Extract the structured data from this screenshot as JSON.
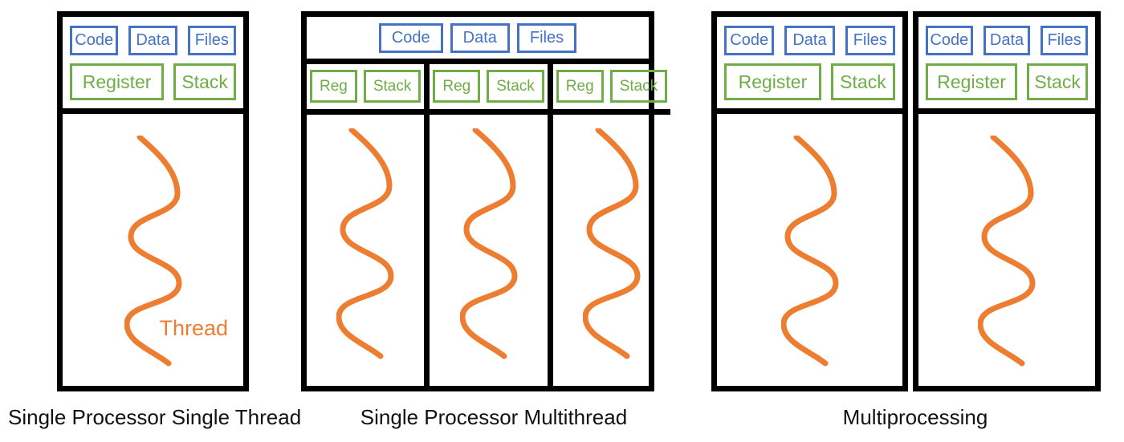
{
  "colors": {
    "blue": "#4472C4",
    "green": "#70AD47",
    "orange": "#ED7D31",
    "black": "#000000",
    "text": "#111111"
  },
  "single_thread": {
    "caption": "Single Processor Single Thread",
    "segments": {
      "code": "Code",
      "data": "Data",
      "files": "Files"
    },
    "register": "Register",
    "stack": "Stack",
    "thread_label": "Thread"
  },
  "multithread": {
    "caption": "Single Processor Multithread",
    "segments": {
      "code": "Code",
      "data": "Data",
      "files": "Files"
    },
    "columns": [
      {
        "reg": "Reg",
        "stack": "Stack"
      },
      {
        "reg": "Reg",
        "stack": "Stack"
      },
      {
        "reg": "Reg",
        "stack": "Stack"
      }
    ]
  },
  "multiprocessing": {
    "caption": "Multiprocessing",
    "processes": [
      {
        "segments": {
          "code": "Code",
          "data": "Data",
          "files": "Files"
        },
        "register": "Register",
        "stack": "Stack"
      },
      {
        "segments": {
          "code": "Code",
          "data": "Data",
          "files": "Files"
        },
        "register": "Register",
        "stack": "Stack"
      }
    ]
  }
}
